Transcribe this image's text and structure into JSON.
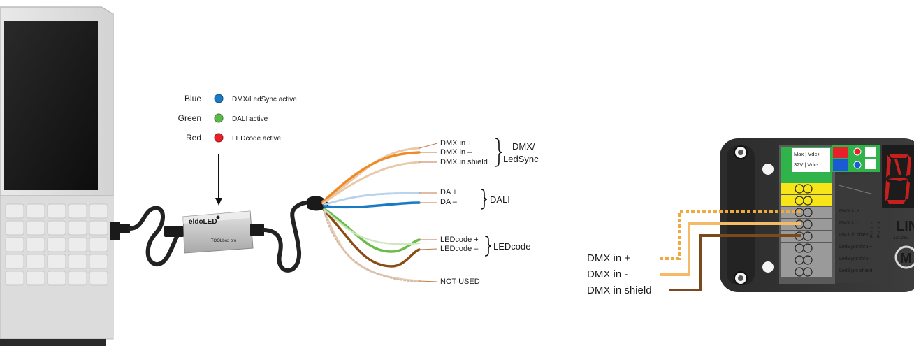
{
  "legend": {
    "items": [
      {
        "color_name": "Blue",
        "color": "#1a7bc4",
        "label": "DMX/LedSync active"
      },
      {
        "color_name": "Green",
        "color": "#5cb84a",
        "label": "DALI active"
      },
      {
        "color_name": "Red",
        "color": "#e8202a",
        "label": "LEDcode active"
      }
    ]
  },
  "usb_device": {
    "brand": "eldoLED",
    "model": "TOOLbox pro"
  },
  "wires": {
    "dmx_plus": "DMX in +",
    "dmx_minus": "DMX in –",
    "dmx_shield": "DMX in shield",
    "dmx_group": [
      "DMX/",
      "LedSync"
    ],
    "da_plus": "DA +",
    "da_minus": "DA –",
    "dali_group": "DALI",
    "led_plus": "LEDcode +",
    "led_minus": "LEDcode –",
    "led_group": "LEDcode",
    "unused": "NOT USED"
  },
  "connection_legend": {
    "dmx_plus": "DMX in +",
    "dmx_minus": "DMX in -",
    "dmx_shield": "DMX in shield"
  },
  "driver": {
    "spec_line1": "Max | Vdc+",
    "spec_line2": "32V | Vdc-",
    "ext_in_plus": "Ext in +",
    "ext_in_minus": "Ext in -",
    "terminals": [
      "DMX in +",
      "DMX in -",
      "DMX in shield",
      "LedSync thru +",
      "LedSync thru -",
      "LedSync shield"
    ],
    "brand_partial": "LIN",
    "voltage_partial": "12-28V",
    "logo_letter": "M"
  },
  "colors": {
    "dmx_plus": "#f0a840",
    "dmx_minus": "#f5b968",
    "dmx_shield": "#7a4a1e",
    "orange_wire": "#f08a24",
    "blue_wire": "#1a7bc4",
    "green_wire": "#6bbd4a",
    "brown_wire": "#8a4c12"
  }
}
